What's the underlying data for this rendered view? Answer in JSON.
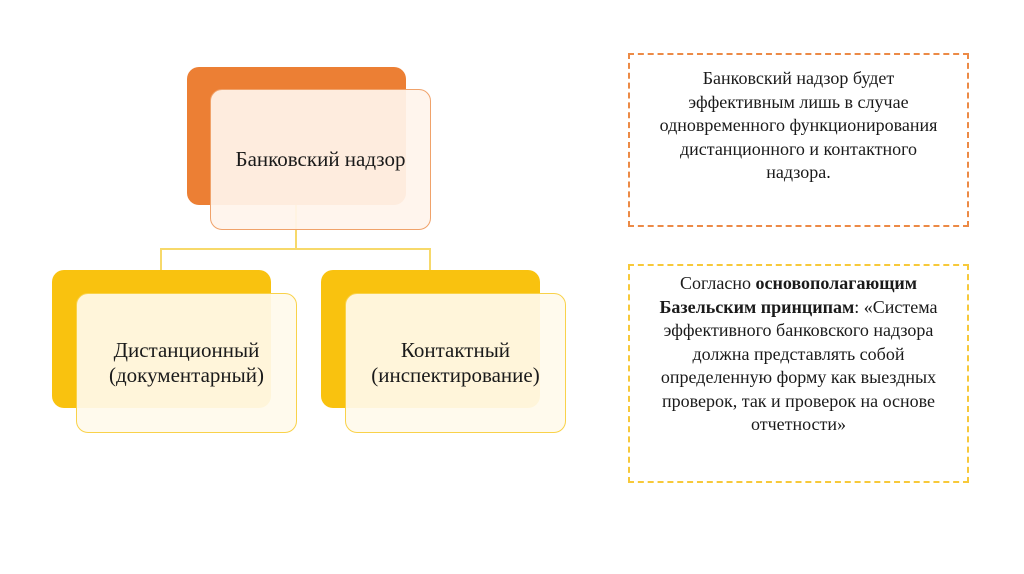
{
  "diagram": {
    "root": {
      "label": "Банковский надзор"
    },
    "children": [
      {
        "line1": "Дистанционный",
        "line2": "(документарный)"
      },
      {
        "line1": "Контактный",
        "line2": "(инспектирование)"
      }
    ]
  },
  "notes": {
    "note1": {
      "text": "Банковский надзор будет эффективным лишь в случае одновременного функционирования дистанционного и контактного надзора."
    },
    "note2": {
      "prefix": "Согласно ",
      "bold": "основополагающим Базельским принципам",
      "colon": ":",
      "quote": "«Система эффективного банковского надзора должна представлять собой определенную форму как выездных проверок, так и проверок на основе отчетности»"
    }
  },
  "colors": {
    "orange": "#ec7f34",
    "yellow": "#f9c20f"
  }
}
